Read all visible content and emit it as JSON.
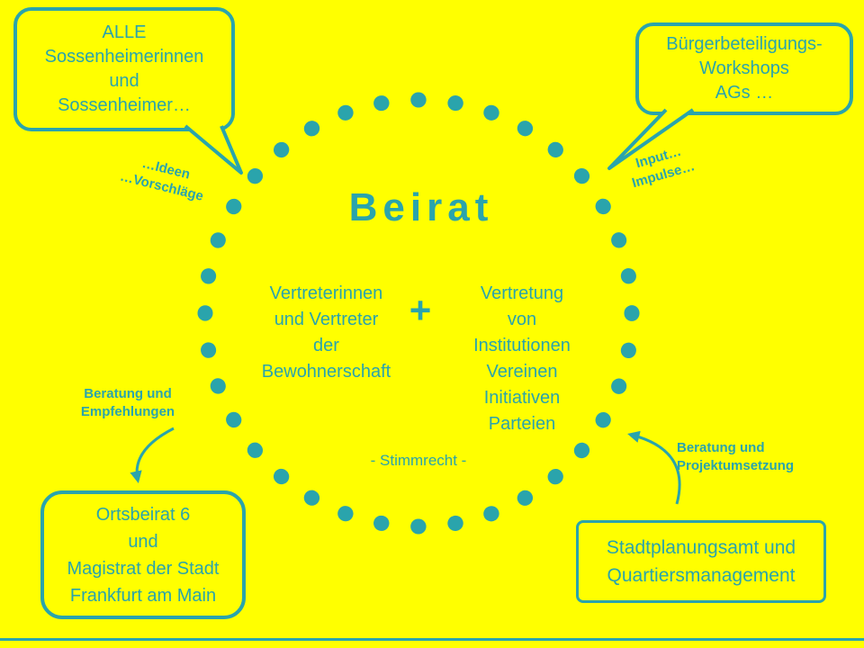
{
  "colors": {
    "background": "#FFFF00",
    "accent": "#2AA4AC"
  },
  "title": "Beirat",
  "circle": {
    "left_column": [
      "Vertreterinnen",
      "und Vertreter",
      "der",
      "Bewohnerschaft"
    ],
    "plus": "+",
    "right_column": [
      "Vertretung",
      "von",
      "Institutionen",
      "Vereinen",
      "Initiativen",
      "Parteien"
    ],
    "footnote": "- Stimmrecht -"
  },
  "bubbles": {
    "top_left": [
      "ALLE",
      "Sossenheimerinnen",
      "und",
      "Sossenheimer…"
    ],
    "top_right": [
      "Bürgerbeteiligungs-",
      "Workshops",
      "AGs …"
    ],
    "bottom_left": [
      "Ortsbeirat 6",
      "und",
      "Magistrat der Stadt",
      "Frankfurt am Main"
    ],
    "bottom_right": [
      "Stadtplanungsamt und",
      "Quartiersmanagement"
    ]
  },
  "labels": {
    "ideen": [
      "…Ideen",
      "…Vorschläge"
    ],
    "input": [
      "Input…",
      "Impulse…"
    ],
    "beratung_links": [
      "Beratung und",
      "Empfehlungen"
    ],
    "beratung_rechts": [
      "Beratung und",
      "Projektumsetzung"
    ]
  }
}
